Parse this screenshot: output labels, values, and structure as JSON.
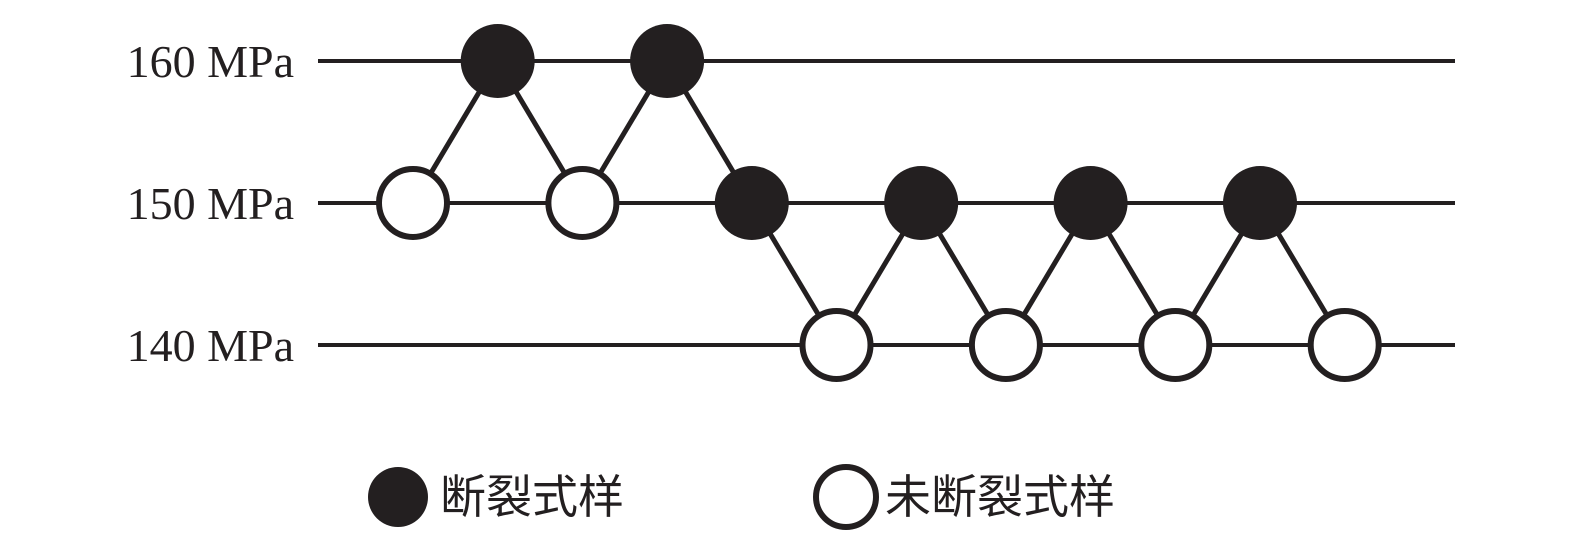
{
  "chart_data": {
    "type": "scatter",
    "title": "",
    "xlabel": "",
    "ylabel": "",
    "y_unit": "MPa",
    "ylim": [
      140,
      160
    ],
    "yticks": [
      {
        "value": 160,
        "label": "160 MPa"
      },
      {
        "value": 150,
        "label": "150 MPa"
      },
      {
        "value": 140,
        "label": "140 MPa"
      }
    ],
    "grid": true,
    "x": [
      1,
      2,
      3,
      4,
      5,
      6,
      7,
      8,
      9,
      10,
      11,
      12
    ],
    "values": [
      150,
      160,
      150,
      160,
      150,
      140,
      150,
      140,
      150,
      140,
      150,
      140
    ],
    "status": [
      "open",
      "filled",
      "open",
      "filled",
      "filled",
      "open",
      "filled",
      "open",
      "filled",
      "open",
      "filled",
      "open"
    ],
    "legend": {
      "placement": "bottom",
      "entries": [
        {
          "key": "filled",
          "label": "断裂式样"
        },
        {
          "key": "open",
          "label": "未断裂式样"
        }
      ]
    },
    "colors": {
      "ink": "#231f20",
      "background": "#ffffff"
    }
  }
}
